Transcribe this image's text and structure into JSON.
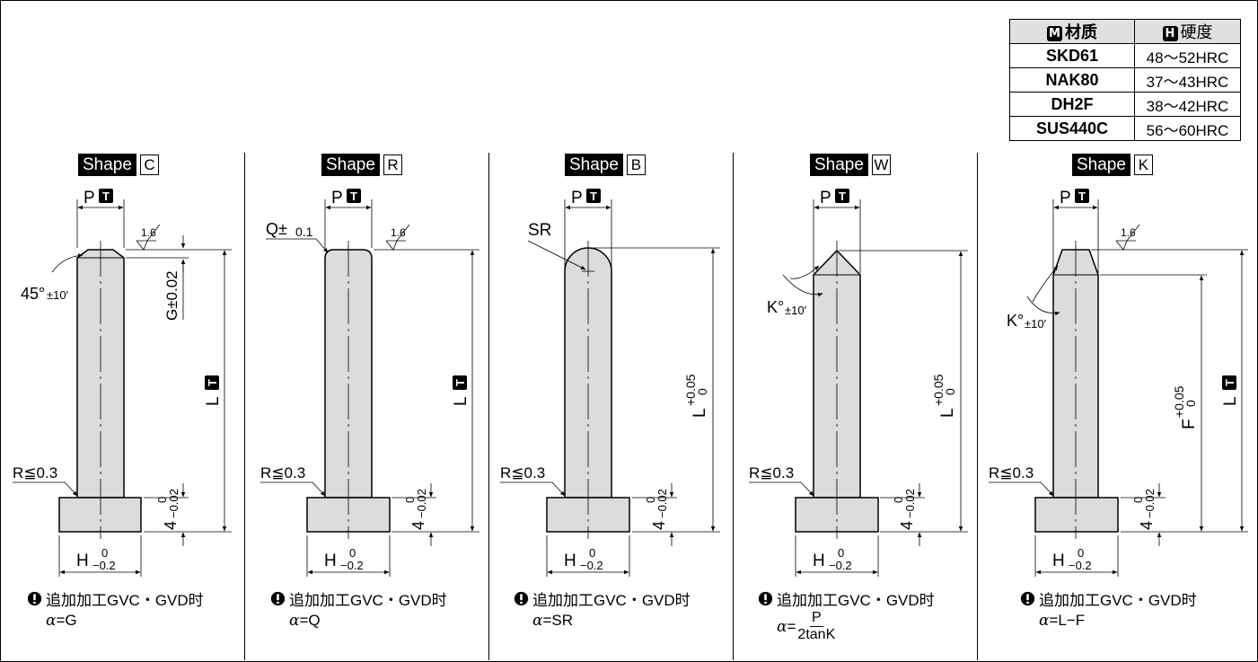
{
  "table": {
    "headers": [
      {
        "badge": "M",
        "label": "材质"
      },
      {
        "badge": "H",
        "label": "硬度"
      }
    ],
    "rows": [
      {
        "material": "SKD61",
        "hardness": "48～52HRC"
      },
      {
        "material": "NAK80",
        "hardness": "37～43HRC"
      },
      {
        "material": "DH2F",
        "hardness": "38～42HRC"
      },
      {
        "material": "SUS440C",
        "hardness": "56～60HRC"
      }
    ]
  },
  "common": {
    "shape_word": "Shape",
    "p_label": "P",
    "t_badge": "T",
    "radius_label": "R≦0.3",
    "h_label": "H",
    "h_tol_upper": "0",
    "h_tol_lower": "−0.2",
    "four_label": "4",
    "four_tol_upper": "0",
    "four_tol_lower": "−0.02",
    "l_label": "L",
    "roughness": "1.6",
    "note_text": "追加加工GVC・GVD时",
    "alpha_symbol": "α",
    "equals": "="
  },
  "panels": [
    {
      "letter": "C",
      "tip_label": "G±0.02",
      "angle_label": "45°",
      "angle_tol": "±10′",
      "alpha_value": "G"
    },
    {
      "letter": "R",
      "tip_label": "Q±",
      "tip_tol": "0.1",
      "alpha_value": "Q"
    },
    {
      "letter": "B",
      "tip_label": "SR",
      "l_tol_upper": "+0.05",
      "l_tol_lower": "0",
      "alpha_value": "SR"
    },
    {
      "letter": "W",
      "angle_label": "K°",
      "angle_tol": "±10′",
      "l_tol_upper": "+0.05",
      "l_tol_lower": "0",
      "alpha_num": "P",
      "alpha_den": "2tanK"
    },
    {
      "letter": "K",
      "angle_label": "K°",
      "angle_tol": "±10′",
      "f_label": "F",
      "f_tol_upper": "+0.05",
      "f_tol_lower": "0",
      "alpha_value": "L−F"
    }
  ]
}
